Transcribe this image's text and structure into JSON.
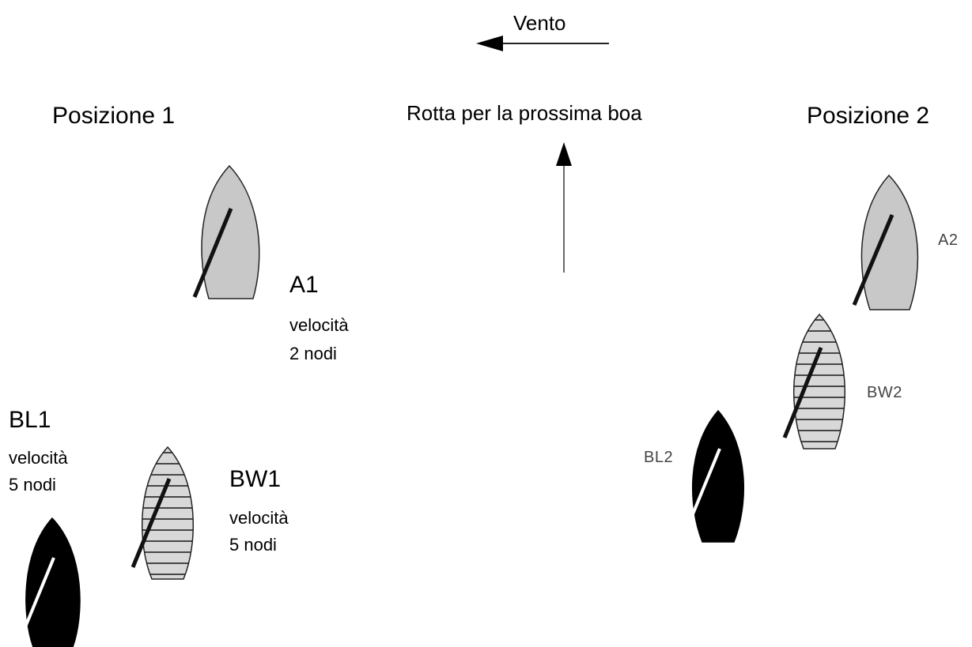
{
  "wind": {
    "label": "Vento",
    "icon": "wind-arrow-left-icon"
  },
  "course": {
    "label": "Rotta per la prossima boa",
    "icon": "course-arrow-up-icon"
  },
  "positions": {
    "pos1": {
      "title": "Posizione 1"
    },
    "pos2": {
      "title": "Posizione 2"
    }
  },
  "boats": {
    "a1": {
      "name": "A1",
      "speed_label": "velocità",
      "speed_value": "2 nodi",
      "style": "grey"
    },
    "bw1": {
      "name": "BW1",
      "speed_label": "velocità",
      "speed_value": "5 nodi",
      "style": "striped"
    },
    "bl1": {
      "name": "BL1",
      "speed_label": "velocità",
      "speed_value": "5 nodi",
      "style": "black"
    },
    "a2": {
      "name": "A2",
      "style": "grey"
    },
    "bw2": {
      "name": "BW2",
      "style": "striped"
    },
    "bl2": {
      "name": "BL2",
      "style": "black"
    }
  },
  "colors": {
    "grey_hull": "#c8c8c8",
    "black_hull": "#000000",
    "stripe_fill": "#d8d8d8",
    "outline": "#222222"
  }
}
